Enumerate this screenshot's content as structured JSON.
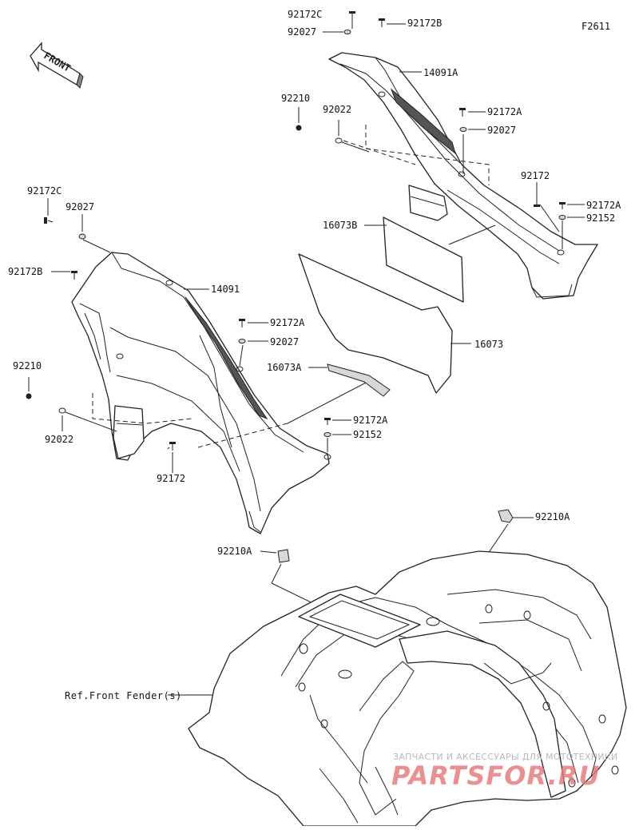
{
  "figure_code": "F2611",
  "direction_label": "FRONT",
  "reference_label": "Ref.Front Fender(s)",
  "watermark": {
    "line1": "ЗАПЧАСТИ И АКСЕССУАРЫ ДЛЯ МОТОТЕХНИКИ",
    "logo": "PARTSFOR.RU"
  },
  "callouts": {
    "p92172C_top": "92172C",
    "p92027_top": "92027",
    "p92172B_top": "92172B",
    "p14091A": "14091A",
    "p92210_top": "92210",
    "p92022_top": "92022",
    "p92172A_r1": "92172A",
    "p92027_r1": "92027",
    "p92172_r": "92172",
    "p92172A_r2": "92172A",
    "p92152_r": "92152",
    "p16073B": "16073B",
    "p92172C_left": "92172C",
    "p92027_left": "92027",
    "p92172B_left": "92172B",
    "p14091": "14091",
    "p92172A_mid": "92172A",
    "p92027_mid": "92027",
    "p16073": "16073",
    "p16073A": "16073A",
    "p92210_left": "92210",
    "p92022_left": "92022",
    "p92172A_low": "92172A",
    "p92152_low": "92152",
    "p92172_left": "92172",
    "p92210A_right": "92210A",
    "p92210A_left": "92210A"
  }
}
